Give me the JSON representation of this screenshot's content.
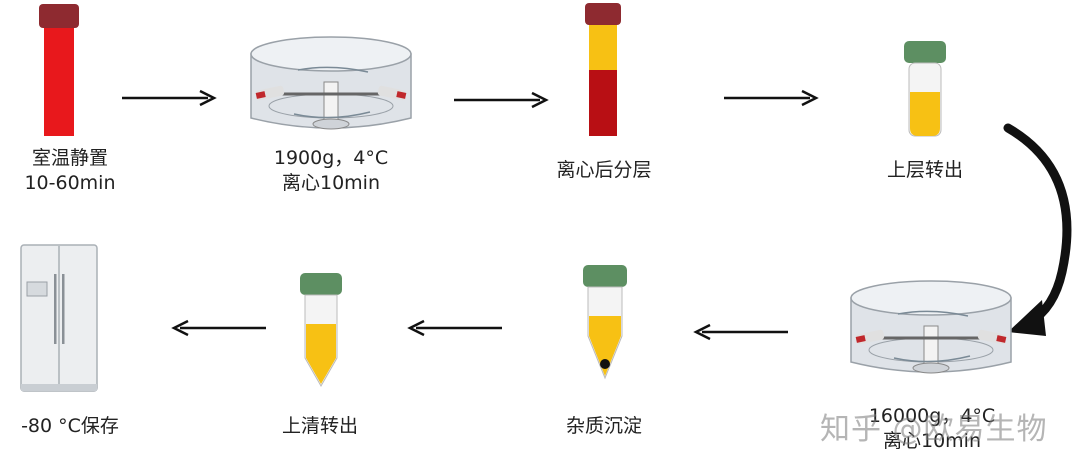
{
  "steps": [
    {
      "line1": "室温静置",
      "line2": "10-60min"
    },
    {
      "line1": "1900g，4°C",
      "line2": "离心10min"
    },
    {
      "line1": "离心后分层",
      "line2": ""
    },
    {
      "line1": "上层转出",
      "line2": ""
    },
    {
      "line1": "16000g，4°C",
      "line2": "离心10min"
    },
    {
      "line1": "杂质沉淀",
      "line2": ""
    },
    {
      "line1": "上清转出",
      "line2": ""
    },
    {
      "line1": "-80 °C保存",
      "line2": ""
    }
  ],
  "watermark": "知乎 @欧易生物",
  "colors": {
    "blood_red": "#e8181c",
    "dark_red": "#b80f14",
    "cap_red": "#8e2a30",
    "yellow": "#f7c114",
    "cap_green": "#5d8f62",
    "arrow": "#111111"
  }
}
